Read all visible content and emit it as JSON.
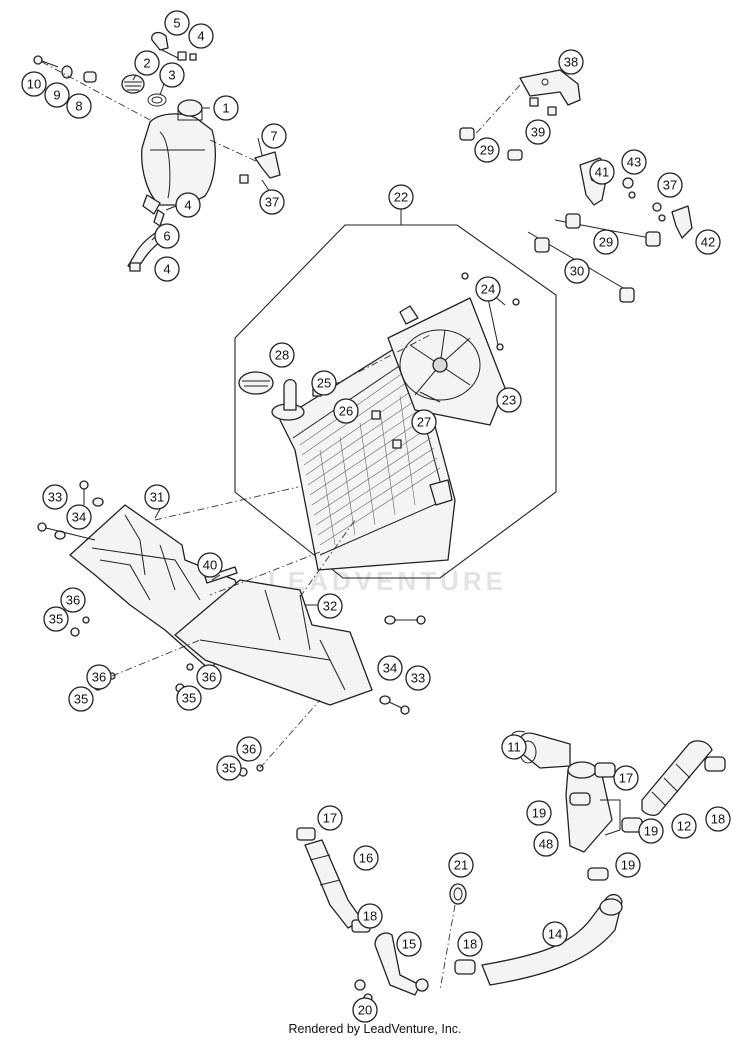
{
  "watermark": "LEADVENTURE",
  "footer": "Rendered by LeadVenture, Inc.",
  "callouts": {
    "c1": "1",
    "c2": "2",
    "c3": "3",
    "c4a": "4",
    "c4b": "4",
    "c4c": "4",
    "c5": "5",
    "c6": "6",
    "c7": "7",
    "c8": "8",
    "c9": "9",
    "c10": "10",
    "c11": "11",
    "c12": "12",
    "c14": "14",
    "c15": "15",
    "c16": "16",
    "c17a": "17",
    "c17b": "17",
    "c18a": "18",
    "c18b": "18",
    "c18c": "18",
    "c19a": "19",
    "c19b": "19",
    "c19c": "19",
    "c20": "20",
    "c21": "21",
    "c22": "22",
    "c23": "23",
    "c24": "24",
    "c25": "25",
    "c26": "26",
    "c27": "27",
    "c28": "28",
    "c29a": "29",
    "c29b": "29",
    "c30": "30",
    "c31": "31",
    "c32": "32",
    "c33a": "33",
    "c33b": "33",
    "c34a": "34",
    "c34b": "34",
    "c35a": "35",
    "c35b": "35",
    "c35c": "35",
    "c36a": "36",
    "c36b": "36",
    "c36c": "36",
    "c37a": "37",
    "c37b": "37",
    "c38": "38",
    "c39": "39",
    "c40": "40",
    "c41": "41",
    "c42": "42",
    "c43": "43",
    "c48": "48"
  }
}
